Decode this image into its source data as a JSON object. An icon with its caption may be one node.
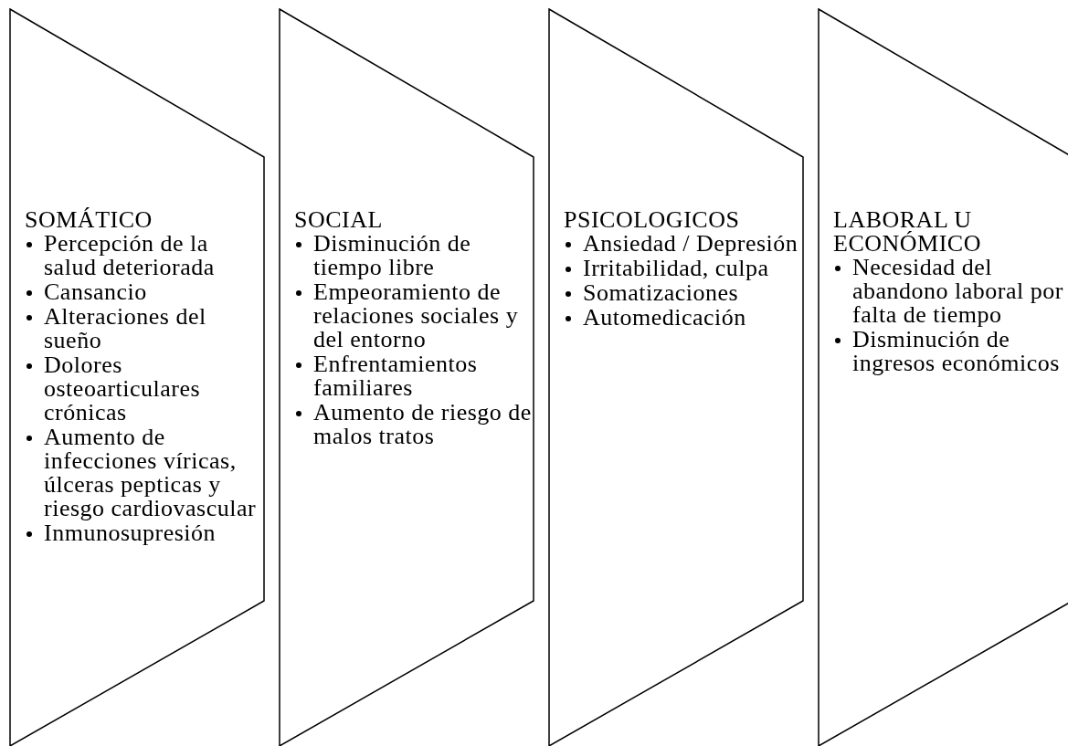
{
  "diagram": {
    "nodes": [
      {
        "text": [
          "SOMÁTICO",
          "Percepción de la salud deteriorada",
          "Cansancio",
          "Alteraciones del sueño",
          "Dolores osteoarticulares crónicas",
          "Aumento de infecciones víricas, úlceras pepticas y riesgo cardiovascular",
          "Inmunosupresión"
        ]
      },
      {
        "text": [
          "SOCIAL",
          "Disminución de tiempo libre",
          "Empeoramiento de relaciones sociales y del entorno",
          "Enfrentamientos familiares",
          "Aumento de riesgo de malos tratos"
        ]
      },
      {
        "text": [
          "PSICOLOGICOS",
          "Ansiedad / Depresión",
          "Irritabilidad, culpa",
          "Somatizaciones",
          "Automedicación"
        ]
      },
      {
        "text": [
          "LABORAL U ECONÓMICO",
          "Necesidad del abandono laboral por falta de tiempo",
          "Disminución de ingresos económicos"
        ]
      }
    ]
  }
}
